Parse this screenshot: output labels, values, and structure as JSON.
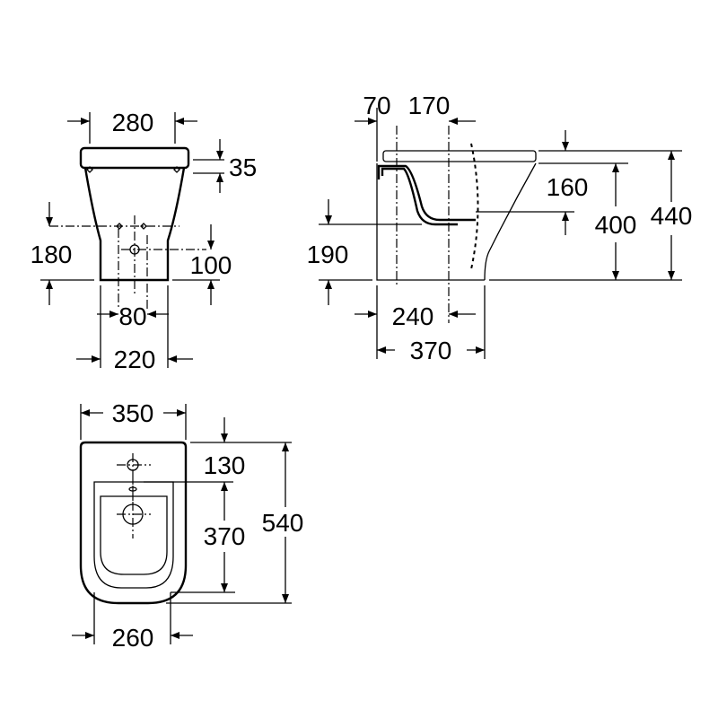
{
  "front_view": {
    "width_top": "280",
    "rim_height": "35",
    "inlet_height": "180",
    "outlet_height": "100",
    "outlet_spacing": "80",
    "base_width": "220"
  },
  "side_view": {
    "offset_a": "70",
    "offset_b": "170",
    "seat_gap": "160",
    "height_rim": "400",
    "height_total": "440",
    "inlet_height": "190",
    "outlet_depth": "240",
    "depth": "370"
  },
  "top_view": {
    "width": "350",
    "tap_offset": "130",
    "bowl_length": "370",
    "length": "540",
    "rear_width": "260"
  },
  "colors": {
    "line": "#000000",
    "background": "#ffffff"
  }
}
